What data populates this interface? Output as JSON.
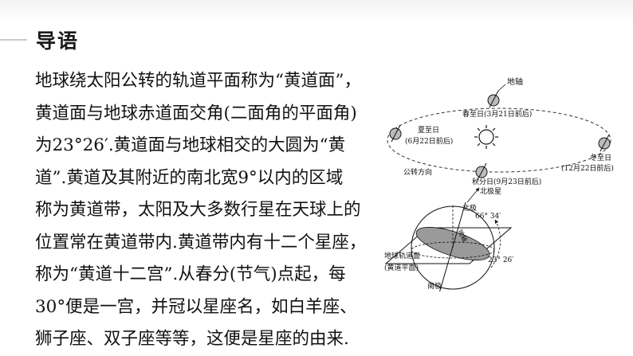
{
  "page": {
    "title": "导语",
    "paragraph_lines": [
      "地球绕太阳公转的轨道平面称为“黄道面”，",
      "黄道面与地球赤道面交角(二面角的平面角)",
      "为23°26′.黄道面与地球相交的大圆为“黄",
      "道”.黄道及其附近的南北宽9°以内的区域",
      "称为黄道带，太阳及大多数行星在天球上的",
      "位置常在黄道带内.黄道带内有十二个星座，",
      "称为“黄道十二宫”.从春分(节气)点起，每",
      "30°便是一宫，并冠以星座名，如白羊座、",
      "狮子座、双子座等等，这便是星座的由来."
    ]
  },
  "figure": {
    "earth_axis": "地轴",
    "spring_equinox": "春至日(3月21日前后)",
    "summer_solstice": "夏至日",
    "summer_date": "(6月22日前后)",
    "winter_solstice": "冬至日",
    "winter_date": "(12月22日前后)",
    "revolution_direction": "公转方向",
    "autumn_equinox": "秋分日(9月23日前后)",
    "north_star": "北极星",
    "north_pole": "北极",
    "angle_66": "66° 34′",
    "axis": "地轴",
    "orbit_plane": "地球轨道面",
    "ecliptic_plane": "(黄道平面)",
    "angle_23": "23° 26′",
    "south_pole": "南极"
  }
}
